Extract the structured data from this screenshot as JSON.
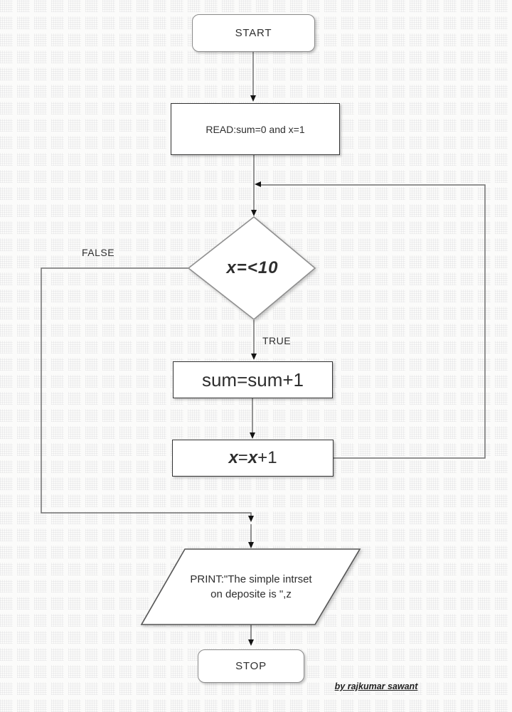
{
  "colors": {
    "bg": "#fbfbfa",
    "connector": "#6f6f6f",
    "arrow": "#141414",
    "box-border": "#323232",
    "terminal-border": "#8a8a8a",
    "shape-fill": "#ffffff",
    "text": "#2e2e2e"
  },
  "flowchart": {
    "nodes": {
      "start": {
        "type": "terminator",
        "label": "START"
      },
      "read": {
        "type": "process",
        "label": "READ:sum=0 and x=1"
      },
      "decision": {
        "type": "decision",
        "label": "x=<10"
      },
      "sum": {
        "type": "process",
        "label": "sum=sum+1"
      },
      "increment": {
        "type": "process",
        "parts": {
          "x1": "x",
          "eq": "=",
          "x2": "x",
          "plus": "+1"
        }
      },
      "print": {
        "type": "input-output",
        "line1": "PRINT:\"The simple intrset",
        "line2": "on deposite is \",z"
      },
      "stop": {
        "type": "terminator",
        "label": "STOP"
      }
    },
    "branch_labels": {
      "false": "FALSE",
      "true": "TRUE"
    }
  },
  "attribution": {
    "text": "by rajkumar sawant"
  }
}
